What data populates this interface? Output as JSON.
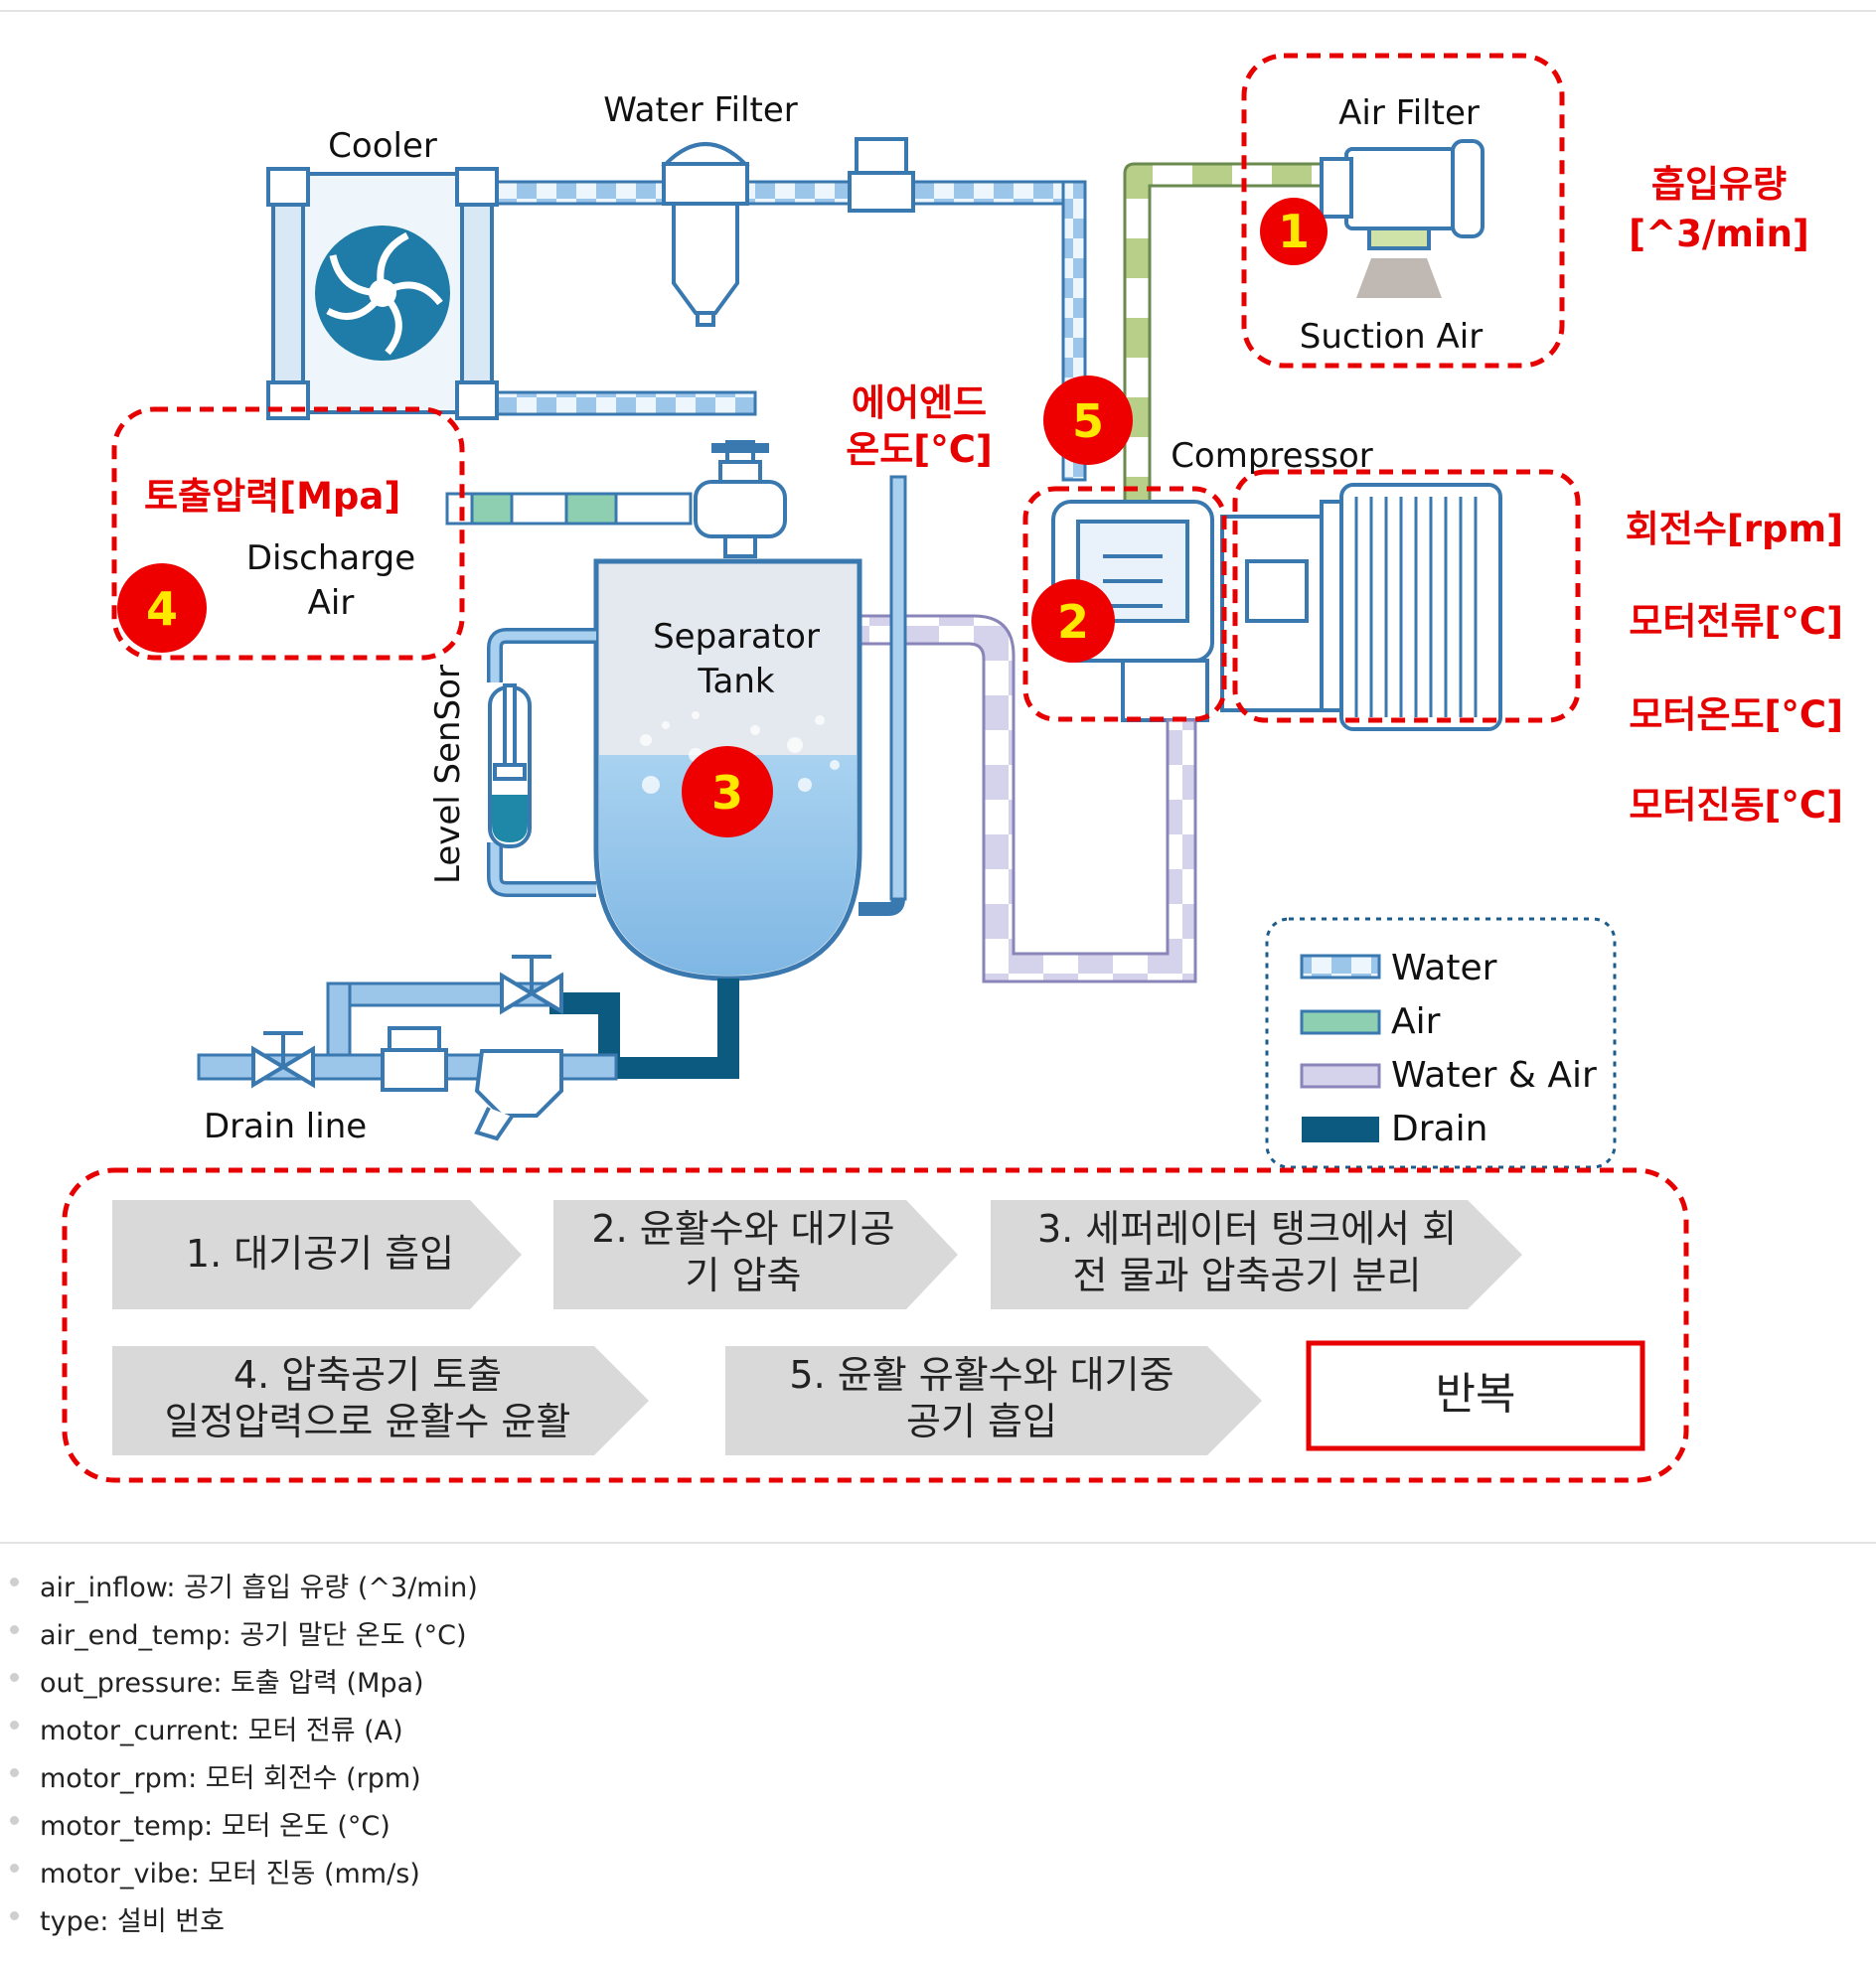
{
  "labels": {
    "cooler": "Cooler",
    "water_filter": "Water Filter",
    "air_filter": "Air Filter",
    "suction_air": "Suction Air",
    "compressor": "Compressor",
    "discharge_air_1": "Discharge",
    "discharge_air_2": "Air",
    "separator_tank_1": "Separator",
    "separator_tank_2": "Tank",
    "level_sensor": "Level SenSor",
    "drain_line": "Drain line"
  },
  "red_labels": {
    "air_inflow_1": "흡입유량",
    "air_inflow_2": "[^3/min]",
    "air_end_temp_1": "에어엔드",
    "air_end_temp_2": "온도[°C]",
    "out_pressure": "토출압력[Mpa]",
    "motor_rpm": "회전수[rpm]",
    "motor_current": "모터전류[°C]",
    "motor_temp": "모터온도[°C]",
    "motor_vibe": "모터진동[°C]"
  },
  "markers": [
    "1",
    "2",
    "3",
    "4",
    "5"
  ],
  "legend": {
    "water": "Water",
    "air": "Air",
    "water_air": "Water & Air",
    "drain": "Drain"
  },
  "steps": {
    "s1": "1. 대기공기 흡입",
    "s2_1": "2. 윤활수와 대기공",
    "s2_2": "기 압축",
    "s3_1": "3. 세퍼레이터 탱크에서 회",
    "s3_2": "전 물과 압축공기 분리",
    "s4_1": "4. 압축공기 토출",
    "s4_2": "일정압력으로 윤활수 윤활",
    "s5_1": "5. 윤활 유활수와 대기중",
    "s5_2": "공기 흡입",
    "repeat": "반복"
  },
  "fields": [
    "air_inflow: 공기 흡입 유량 (^3/min)",
    "air_end_temp: 공기 말단 온도 (°C)",
    "out_pressure: 토출 압력 (Mpa)",
    "motor_current: 모터 전류 (A)",
    "motor_rpm: 모터 회전수 (rpm)",
    "motor_temp: 모터 온도 (°C)",
    "motor_vibe: 모터 진동 (mm/s)",
    "type: 설비 번호"
  ],
  "colors": {
    "annotation_red": "#e60000",
    "marker_red": "#ee0000",
    "marker_text": "#ffe800",
    "water_pipe": "#9cc5ea",
    "air_pipe": "#8ecfb2",
    "water_air_pipe": "#cfcdea",
    "drain_pipe": "#0d5a80",
    "step_arrow": "#d9d9d9"
  }
}
